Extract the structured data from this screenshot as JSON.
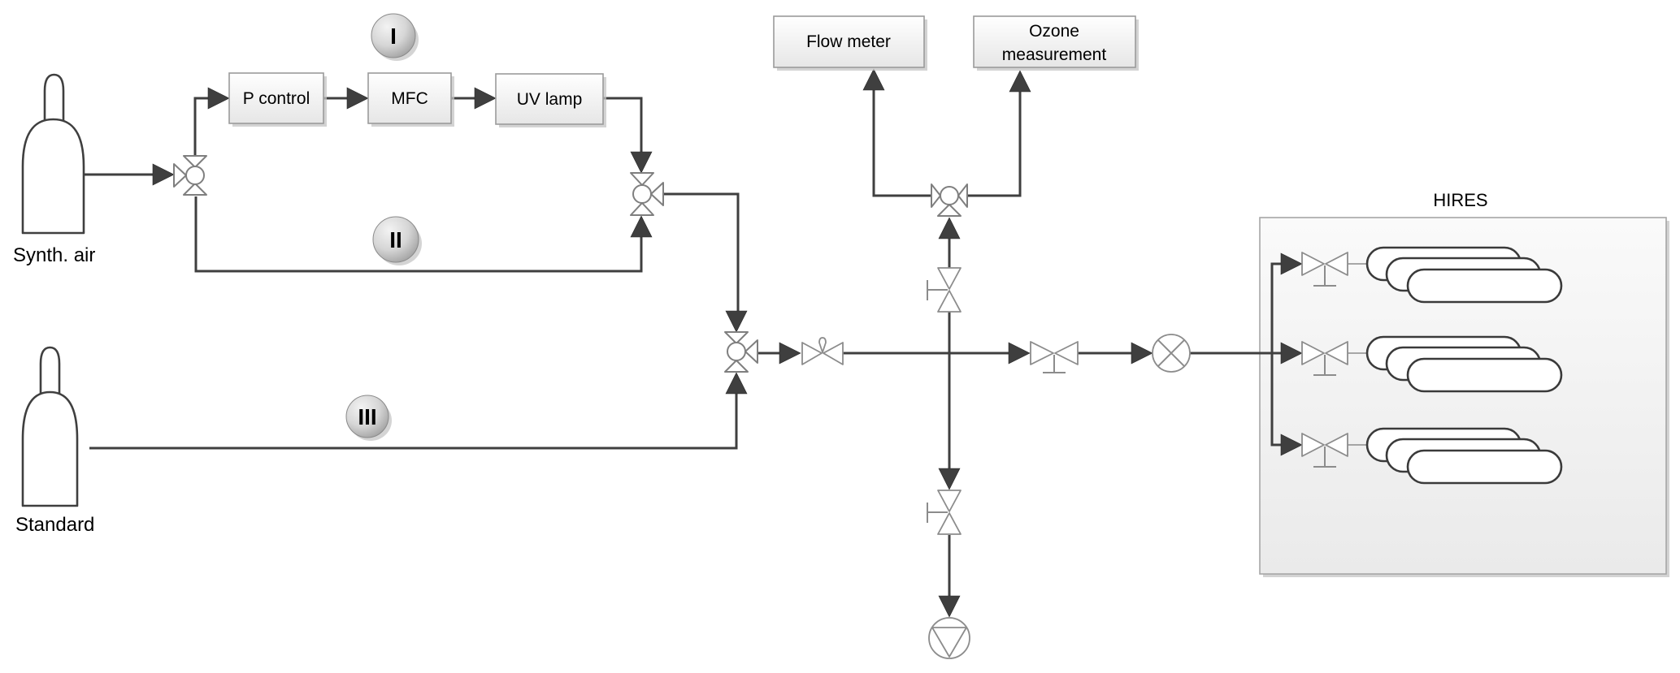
{
  "labels": {
    "source_top": "Synth. air",
    "source_bottom": "Standard",
    "box_p_control": "P control",
    "box_mfc": "MFC",
    "box_uv_lamp": "UV lamp",
    "box_flow_meter": "Flow meter",
    "box_ozone_line1": "Ozone",
    "box_ozone_line2": "measurement",
    "hires_title": "HIRES",
    "path_marker_1": "I",
    "path_marker_2": "II",
    "path_marker_3": "III"
  },
  "symbols": {
    "gas_cylinder": "gas-cylinder-icon",
    "three_way_valve": "three-way-valve-icon",
    "needle_valve": "needle-valve-icon",
    "hand_valve": "hand-valve-icon",
    "mixer": "crossed-circle-mixer-icon",
    "pump": "pump-icon",
    "tube_bundle": "tube-bundle-icon",
    "flow_arrow": "flow-arrow-icon"
  },
  "colors": {
    "background": "#ffffff",
    "pipe": "#3f3f3f",
    "arrow": "#3f3f3f",
    "valve_outline": "#7f7f7f",
    "valve_outline_light": "#8c8c8c",
    "box_border": "#9b9b9b",
    "box_fill_top": "#ffffff",
    "box_fill_bottom": "#e6e6e6",
    "hires_fill_top": "#fafafa",
    "hires_fill_bottom": "#eaeaea",
    "sphere_light": "#f3f3f3",
    "sphere_dark": "#949494",
    "text": "#000000"
  }
}
